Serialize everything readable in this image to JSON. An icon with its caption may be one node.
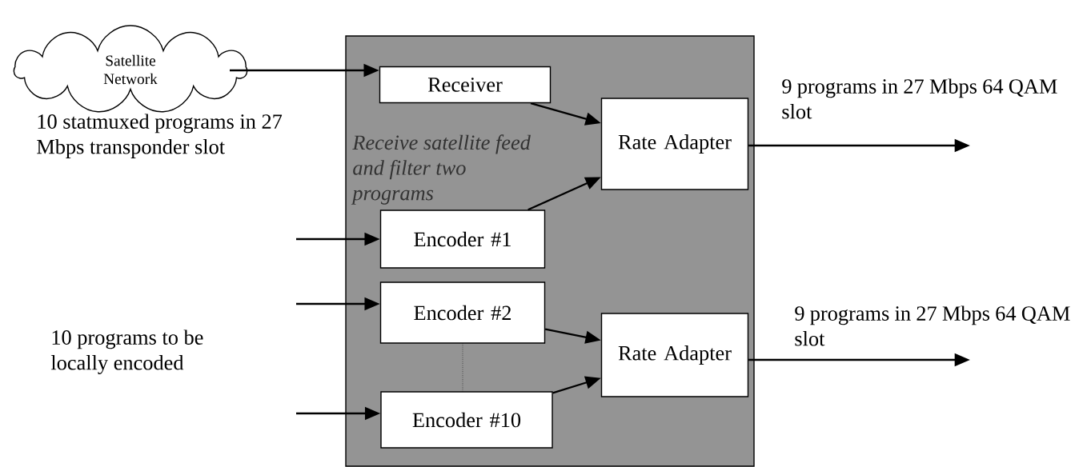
{
  "diagram": {
    "nodes": [
      {
        "text": [
          "Satellite Network"
        ]
      },
      {
        "text": [
          "Receive satellite feed and filter two programs"
        ]
      },
      {
        "text": [
          "Receiver"
        ],
        "in": 1
      },
      {
        "text": [
          "Rate Adapter"
        ],
        "in": 1
      },
      {
        "text": [
          "Encoder #1"
        ],
        "in": 1
      },
      {
        "text": [
          "Encoder #2"
        ],
        "in": 1
      },
      {
        "text": [
          "Encoder #10"
        ],
        "in": 1
      },
      {
        "text": [
          "Rate Adapter"
        ],
        "in": 1
      }
    ],
    "edges": [
      {
        "from": 0,
        "to": 2,
        "arrow": "to"
      },
      {
        "from": 2,
        "to": 3,
        "arrow": "to"
      },
      {
        "from": 4,
        "to": 3,
        "arrow": "to"
      },
      {
        "from": 5,
        "to": 7,
        "arrow": "to"
      },
      {
        "from": 6,
        "to": 7,
        "arrow": "to"
      },
      {
        "from": 5,
        "to": 6,
        "arrow": "none",
        "style": "dashed"
      },
      {
        "from": null,
        "to": 4,
        "arrow": "to"
      },
      {
        "from": null,
        "to": 5,
        "arrow": "to"
      },
      {
        "from": null,
        "to": 6,
        "arrow": "to"
      },
      {
        "from": 3,
        "to": null,
        "arrow": "to",
        "label": "9 programs in 27 Mbps 64 QAM slot"
      },
      {
        "from": 7,
        "to": null,
        "arrow": "to",
        "label": "9 programs in 27 Mbps 64 QAM slot"
      }
    ],
    "labels": [
      "10 statmuxed programs in 27 Mbps transponder slot",
      "10 programs to be locally encoded"
    ]
  }
}
